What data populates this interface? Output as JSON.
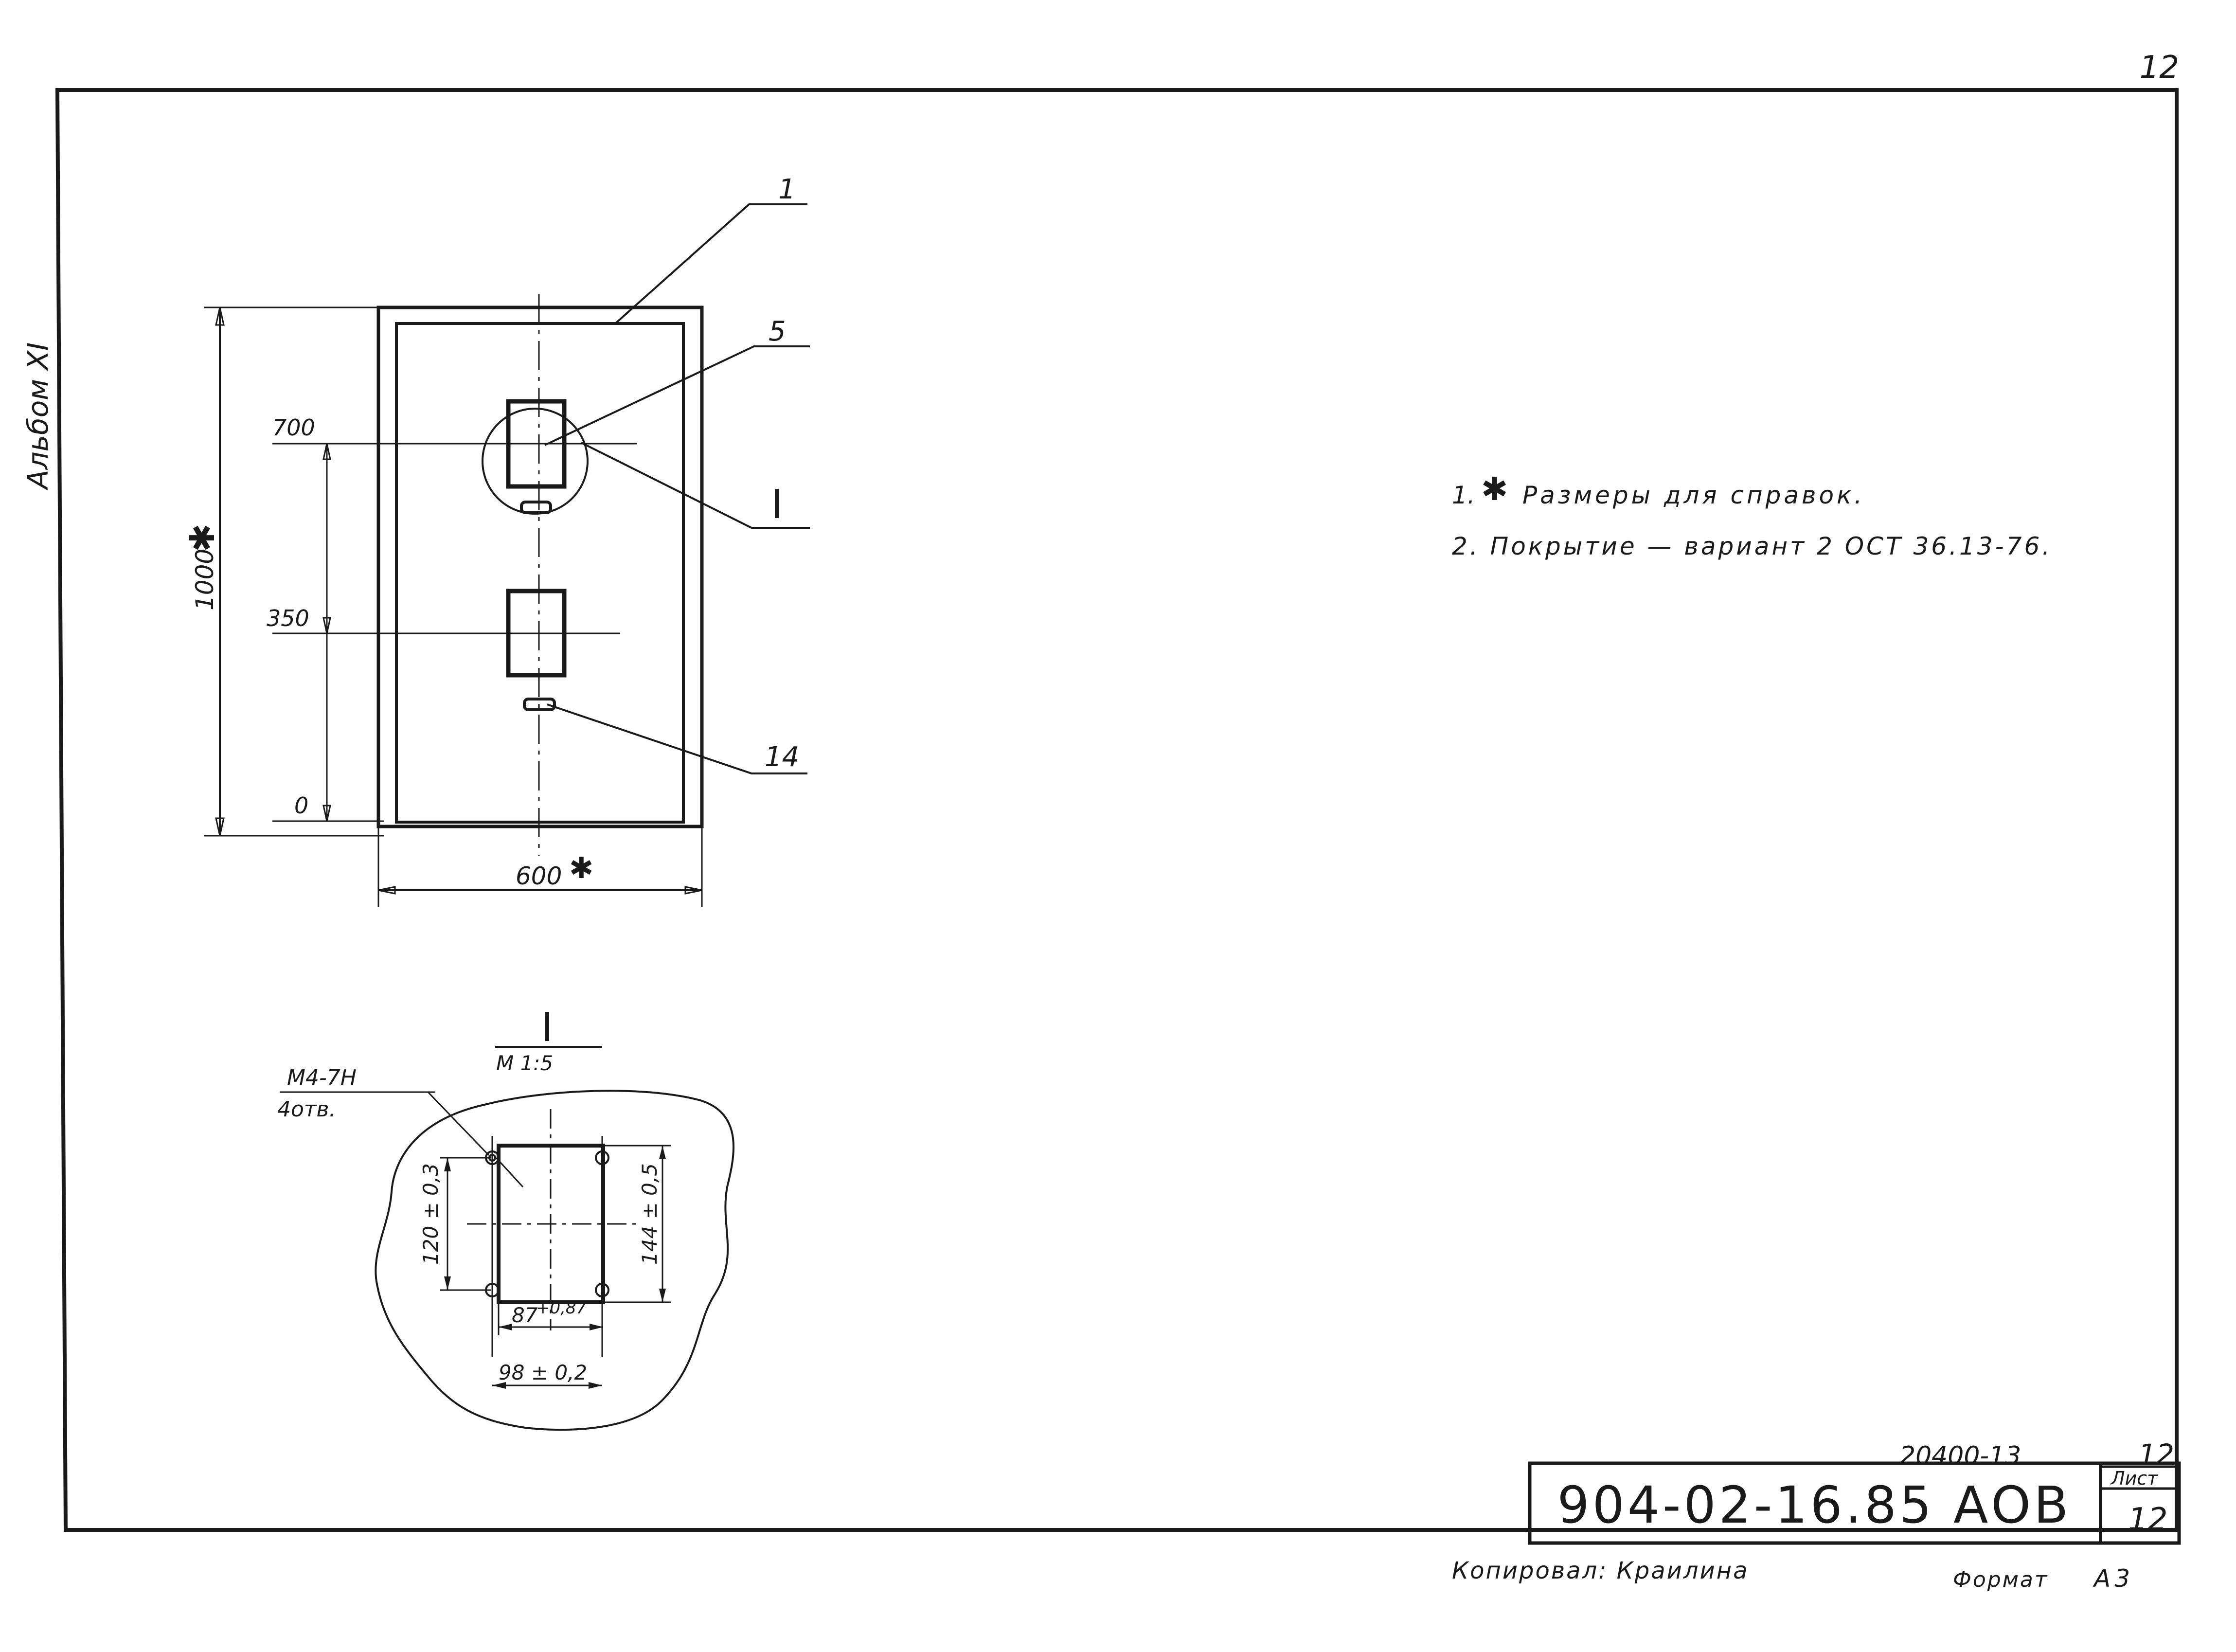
{
  "sheet": {
    "corner_number": "12",
    "side_label": "Альбом XI",
    "copied_by": "Копировал: Краилина",
    "format_label": "Формат",
    "format_value": "А3"
  },
  "main_view": {
    "callouts": {
      "c1": "1",
      "c5": "5",
      "c14": "14",
      "detail": "I"
    },
    "dims": {
      "d700": "700",
      "d350": "350",
      "d0": "0",
      "height": "1000",
      "width": "600"
    }
  },
  "detail_view": {
    "title": "I",
    "scale": "М 1:5",
    "thread": "М4-7Н",
    "holes": "4отв.",
    "d120": "120 ± 0,3",
    "d144": "144 ± 0,5",
    "d87": "87",
    "d87_tol": "+0,87",
    "d98": "98 ± 0,2"
  },
  "notes": {
    "n1_num": "1.",
    "n1_text": "Размеры для справок.",
    "n2": "2. Покрытие — вариант  2   ОСТ 36.13-76."
  },
  "title_block": {
    "archive_no": "20400-13",
    "archive_sheet": "12",
    "designation": "904-02-16.85 АОВ",
    "sheet_label": "Лист",
    "sheet_no": "12"
  }
}
